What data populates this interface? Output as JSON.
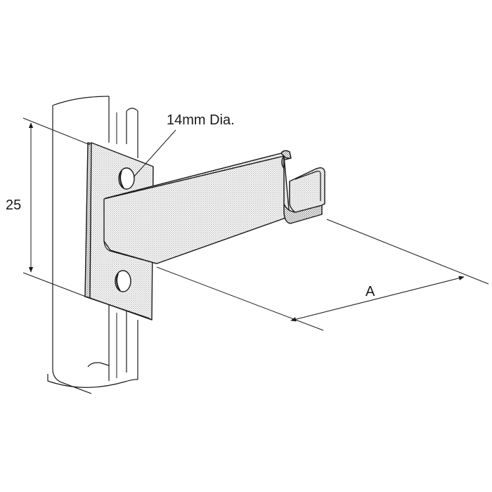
{
  "labels": {
    "hole_diameter": "14mm Dia.",
    "height_dimension": "25",
    "length_dimension": "A"
  },
  "colors": {
    "line": "#1a1a1a",
    "stipple": "#9a9a9a",
    "background": "#ffffff"
  }
}
